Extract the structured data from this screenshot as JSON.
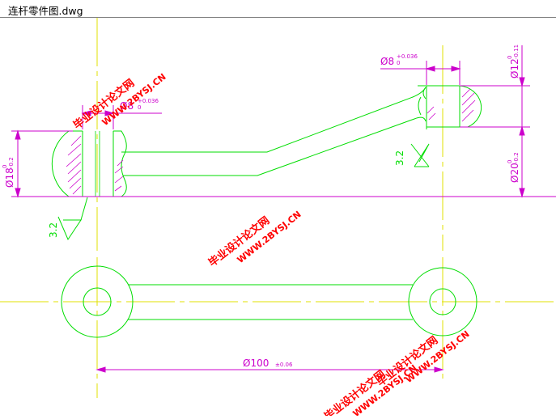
{
  "window": {
    "title": "连杆零件图.dwg"
  },
  "colors": {
    "outline": "#00dd00",
    "dimension": "#cc00cc",
    "centerline": "#e0e000",
    "hatch": "#cc00cc",
    "watermark": "#ff0000"
  },
  "dims": {
    "hole_left": "Ø8",
    "hole_left_tol": "+0.036",
    "hole_left_tol_lower": "0",
    "hole_right": "Ø8",
    "hole_right_tol": "+0.036",
    "hole_right_tol_lower": "0",
    "dia18": "Ø18",
    "dia18_tol_upper": "0",
    "dia18_tol_lower": "-0.2",
    "dia12": "Ø12",
    "dia12_tol_upper": "0",
    "dia12_tol_lower": "-0.11",
    "dia20": "Ø20",
    "dia20_tol_upper": "0",
    "dia20_tol_lower": "-0.2",
    "rough_left": "3.2",
    "rough_right": "3.2",
    "center_dist": "Ø100",
    "center_dist_tol": "±0.06"
  },
  "watermarks": [
    {
      "line1": "毕业设计论文网",
      "line2": "WWW.2BYSJ.CN"
    },
    {
      "line1": "毕业设计论文网",
      "line2": "WWW.2BYSJ.CN"
    },
    {
      "line1": "毕业设计论文网",
      "line2": "WWW.2BYSJ.CN"
    },
    {
      "line1": "毕业设计论文网",
      "line2": "WWW.2BYSJ.CN"
    }
  ]
}
